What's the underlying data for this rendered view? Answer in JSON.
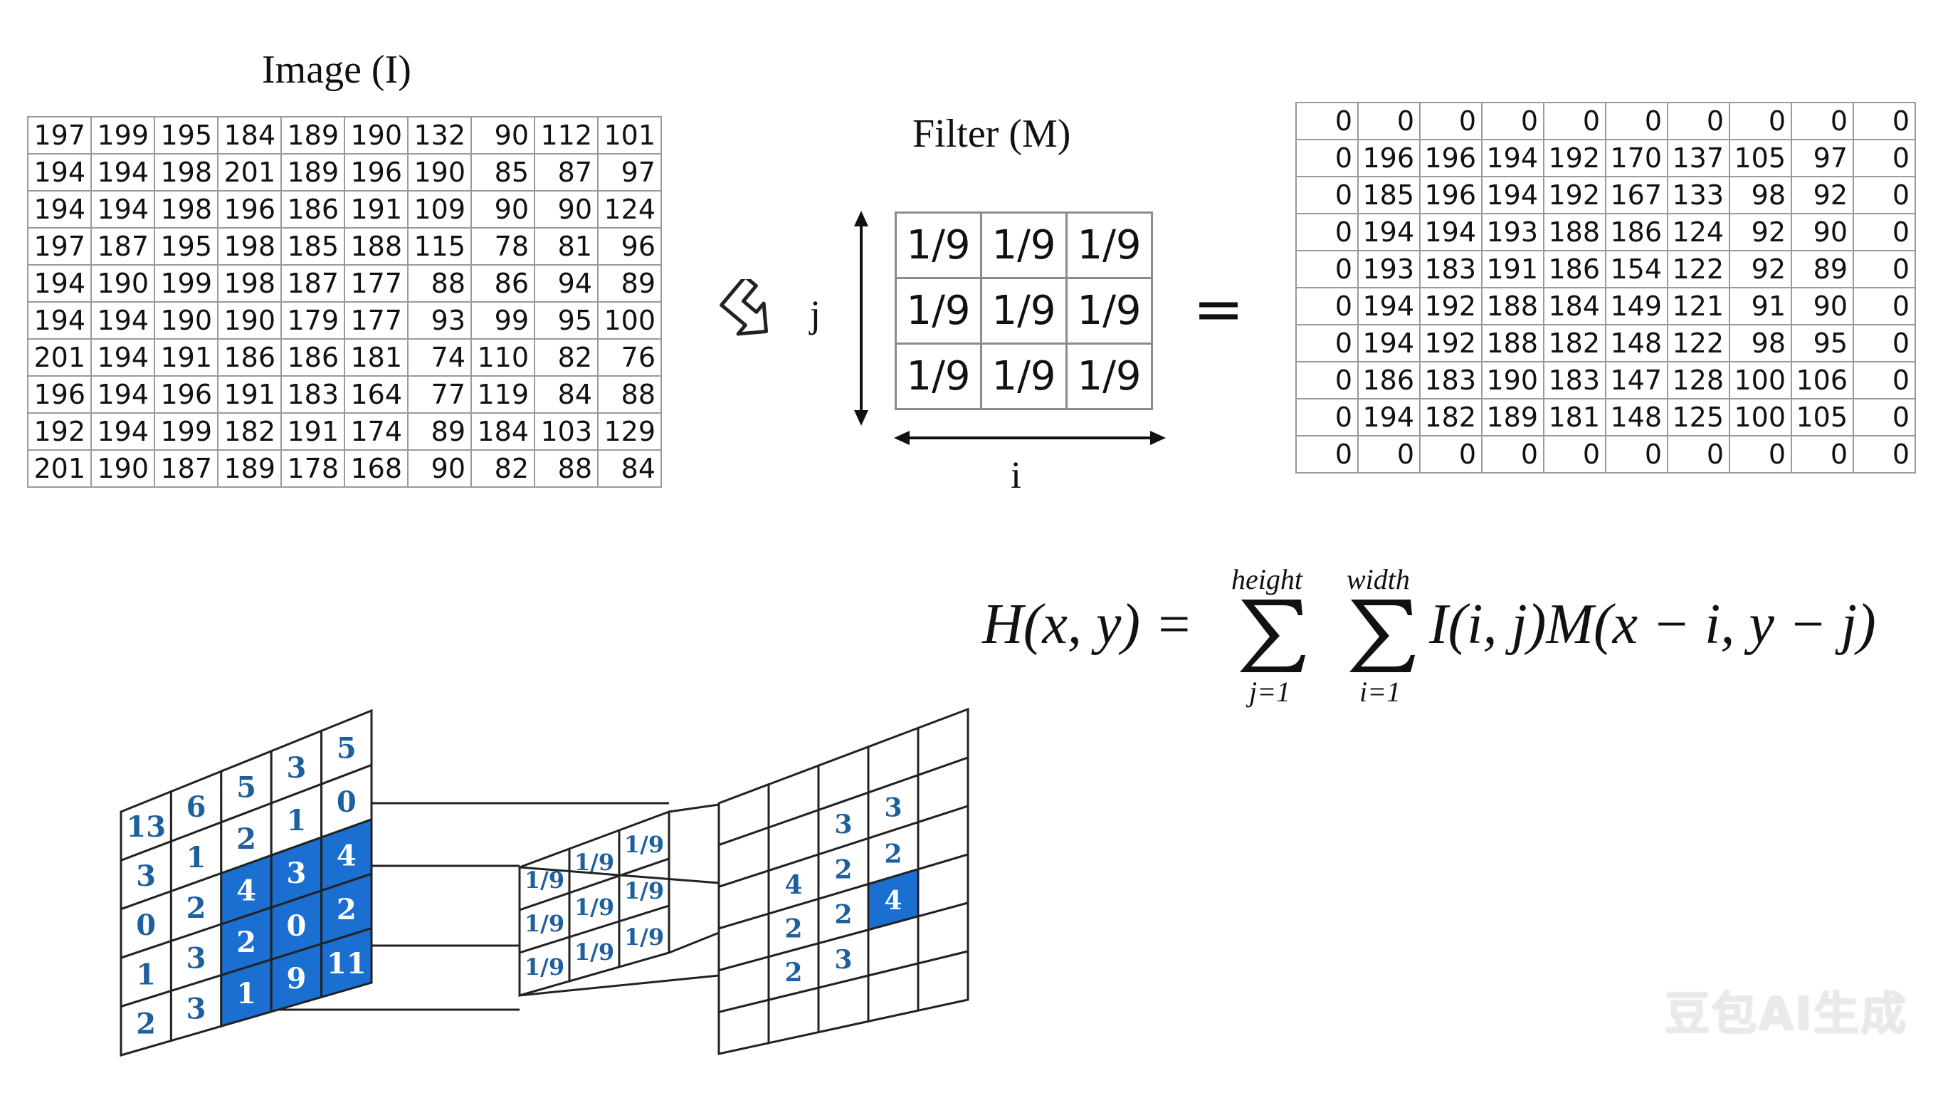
{
  "image_title": "Image (I)",
  "filter_title": "Filter (M)",
  "axis_j": "j",
  "axis_i": "i",
  "equals": "=",
  "image_matrix": [
    [
      197,
      199,
      195,
      184,
      189,
      190,
      132,
      90,
      112,
      101
    ],
    [
      194,
      194,
      198,
      201,
      189,
      196,
      190,
      85,
      87,
      97
    ],
    [
      194,
      194,
      198,
      196,
      186,
      191,
      109,
      90,
      90,
      124
    ],
    [
      197,
      187,
      195,
      198,
      185,
      188,
      115,
      78,
      81,
      96
    ],
    [
      194,
      190,
      199,
      198,
      187,
      177,
      88,
      86,
      94,
      89
    ],
    [
      194,
      194,
      190,
      190,
      179,
      177,
      93,
      99,
      95,
      100
    ],
    [
      201,
      194,
      191,
      186,
      186,
      181,
      74,
      110,
      82,
      76
    ],
    [
      196,
      194,
      196,
      191,
      183,
      164,
      77,
      119,
      84,
      88
    ],
    [
      192,
      194,
      199,
      182,
      191,
      174,
      89,
      184,
      103,
      129
    ],
    [
      201,
      190,
      187,
      189,
      178,
      168,
      90,
      82,
      88,
      84
    ]
  ],
  "filter_matrix": [
    [
      "1/9",
      "1/9",
      "1/9"
    ],
    [
      "1/9",
      "1/9",
      "1/9"
    ],
    [
      "1/9",
      "1/9",
      "1/9"
    ]
  ],
  "output_matrix": [
    [
      0,
      0,
      0,
      0,
      0,
      0,
      0,
      0,
      0,
      0
    ],
    [
      0,
      196,
      196,
      194,
      192,
      170,
      137,
      105,
      97,
      0
    ],
    [
      0,
      185,
      196,
      194,
      192,
      167,
      133,
      98,
      92,
      0
    ],
    [
      0,
      194,
      194,
      193,
      188,
      186,
      124,
      92,
      90,
      0
    ],
    [
      0,
      193,
      183,
      191,
      186,
      154,
      122,
      92,
      89,
      0
    ],
    [
      0,
      194,
      192,
      188,
      184,
      149,
      121,
      91,
      90,
      0
    ],
    [
      0,
      194,
      192,
      188,
      182,
      148,
      122,
      98,
      95,
      0
    ],
    [
      0,
      186,
      183,
      190,
      183,
      147,
      128,
      100,
      106,
      0
    ],
    [
      0,
      194,
      182,
      189,
      181,
      148,
      125,
      100,
      105,
      0
    ],
    [
      0,
      0,
      0,
      0,
      0,
      0,
      0,
      0,
      0,
      0
    ]
  ],
  "formula": {
    "lhs": "H(x, y) =",
    "sum1_top": "height",
    "sum1_bottom": "j=1",
    "sum2_top": "width",
    "sum2_bottom": "i=1",
    "rhs": "I(i, j)M(x − i, y − j)"
  },
  "diagram": {
    "input_grid": [
      [
        "13",
        "6",
        "5",
        "3",
        "5"
      ],
      [
        "3",
        "1",
        "2",
        "1",
        "0"
      ],
      [
        "0",
        "2",
        "4",
        "3",
        "4"
      ],
      [
        "1",
        "3",
        "2",
        "0",
        "2"
      ],
      [
        "2",
        "3",
        "1",
        "9",
        "11"
      ]
    ],
    "input_highlight_rows": [
      2,
      4
    ],
    "input_highlight_cols": [
      2,
      4
    ],
    "kernel_grid": [
      [
        "1/9",
        "1/9",
        "1/9"
      ],
      [
        "1/9",
        "1/9",
        "1/9"
      ],
      [
        "1/9",
        "1/9",
        "1/9"
      ]
    ],
    "output_grid": [
      [
        "",
        "",
        "",
        "",
        ""
      ],
      [
        "",
        "",
        "3",
        "3",
        ""
      ],
      [
        "",
        "4",
        "2",
        "2",
        ""
      ],
      [
        "",
        "2",
        "2",
        "4",
        ""
      ],
      [
        "",
        "2",
        "3",
        "",
        ""
      ],
      [
        "",
        "",
        "",
        "",
        ""
      ]
    ],
    "output_highlight": [
      3,
      3
    ],
    "highlight_color": "#1a6fd1",
    "number_color": "#1e5f9e"
  },
  "watermark": "豆包AI生成"
}
